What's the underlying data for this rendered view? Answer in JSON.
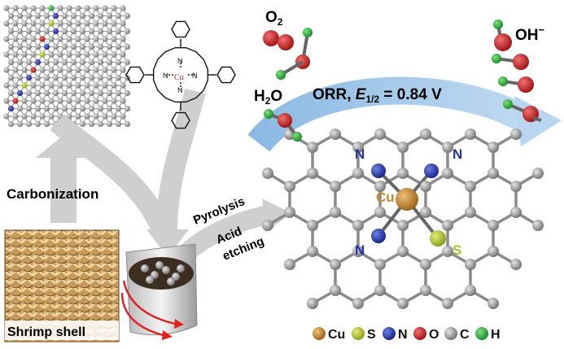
{
  "labels": {
    "o2": "O",
    "o2_sub": "2",
    "oh": "OH",
    "oh_sup": "−",
    "h2o_h": "H",
    "h2o_sub": "2",
    "h2o_o": "O",
    "orr_prefix": "ORR, ",
    "orr_e": "E",
    "orr_sub": "1/2",
    "orr_value": " = 0.84 V",
    "carbonization": "Carbonization",
    "pyrolysis": "Pyrolysis",
    "acid": "Acid",
    "etching": "etching",
    "shrimp_shell": "Shrimp shell",
    "porphyrin_metal": "Cu",
    "site_metal": "Cu",
    "site_n1": "N",
    "site_n2": "N",
    "site_n3": "N",
    "site_s": "S"
  },
  "legend": [
    {
      "symbol": "Cu",
      "color": "#c8862a"
    },
    {
      "symbol": "S",
      "color": "#a8c030"
    },
    {
      "symbol": "N",
      "color": "#2233aa"
    },
    {
      "symbol": "O",
      "color": "#cc2222"
    },
    {
      "symbol": "C",
      "color": "#8a8a8a"
    },
    {
      "symbol": "H",
      "color": "#22aa33"
    }
  ],
  "colors": {
    "carbon": "#8a8a8a",
    "nitrogen": "#2233aa",
    "oxygen": "#cc2222",
    "hydrogen": "#22aa33",
    "copper": "#c8862a",
    "sulfur": "#a8c030",
    "arrow_gray": "#cfcfcf",
    "arrow_blue": "#9ec3e6",
    "rotation_red": "#e02020"
  }
}
